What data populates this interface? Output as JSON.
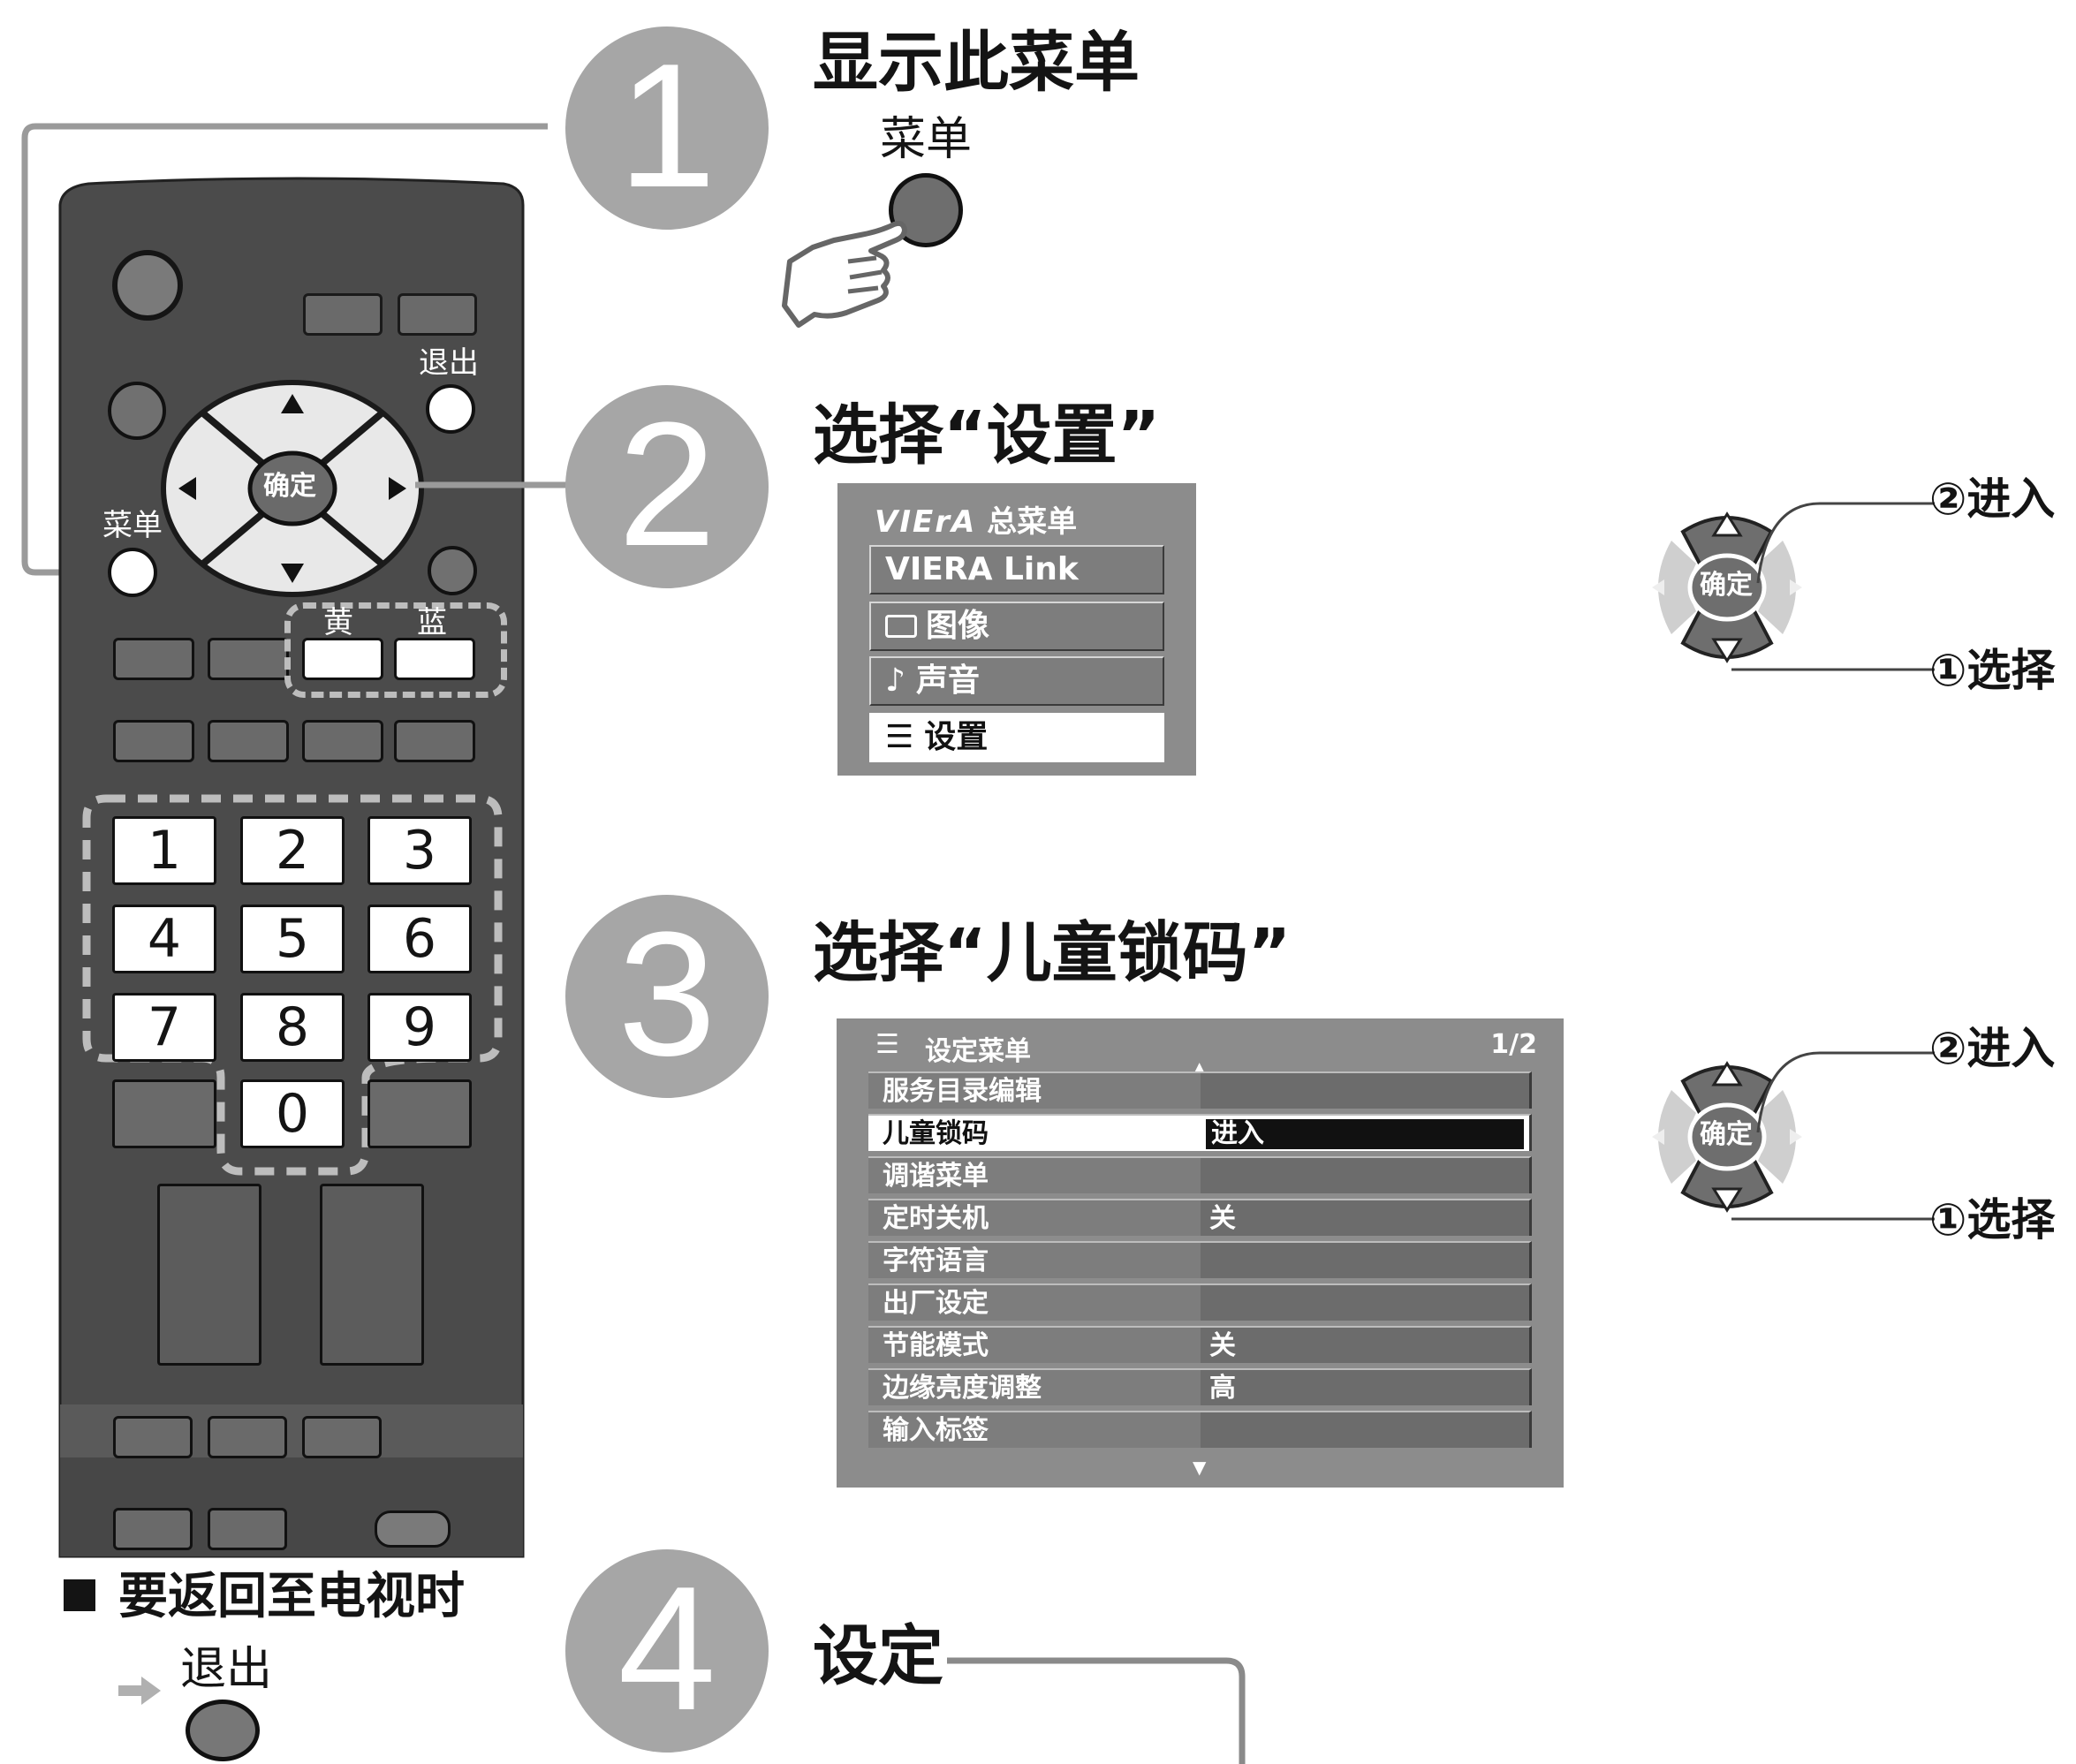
{
  "steps": {
    "step1": {
      "number": "1",
      "title": "显示此菜单",
      "button_label": "菜单"
    },
    "step2": {
      "number": "2",
      "title": "选择“设置”"
    },
    "step3": {
      "number": "3",
      "title": "选择“儿童锁码”"
    },
    "step4": {
      "number": "4",
      "title": "设定"
    }
  },
  "remote": {
    "exit_label": "退出",
    "menu_label": "菜单",
    "ok_label": "确定",
    "yellow_label": "黄",
    "blue_label": "蓝",
    "digits": [
      "1",
      "2",
      "3",
      "4",
      "5",
      "6",
      "7",
      "8",
      "9",
      "0"
    ]
  },
  "return_tv": {
    "heading": "要返回至电视时",
    "button_label": "退出"
  },
  "main_menu": {
    "title_logo": "VIErA",
    "title": "总菜单",
    "items": [
      "VIERA Link",
      "图像",
      "声音",
      "设置"
    ],
    "selected_index": 3
  },
  "setup_menu": {
    "title": "设定菜单",
    "page": "1/2",
    "rows": [
      {
        "label": "服务目录编辑",
        "value": ""
      },
      {
        "label": "儿童锁码",
        "value": "进入"
      },
      {
        "label": "调谐菜单",
        "value": ""
      },
      {
        "label": "定时关机",
        "value": "关"
      },
      {
        "label": "字符语言",
        "value": ""
      },
      {
        "label": "出厂设定",
        "value": ""
      },
      {
        "label": "节能模式",
        "value": "关"
      },
      {
        "label": "边缘亮度调整",
        "value": "高"
      },
      {
        "label": "输入标签",
        "value": ""
      }
    ],
    "selected_index": 1
  },
  "nav_callouts": {
    "ok_label": "确定",
    "enter_label": "②进入",
    "select_label": "①选择"
  },
  "colors": {
    "circle_gray": "#a6a6a6",
    "remote_body": "#4a4a4a",
    "menu_gray": "#8c8c8c"
  }
}
